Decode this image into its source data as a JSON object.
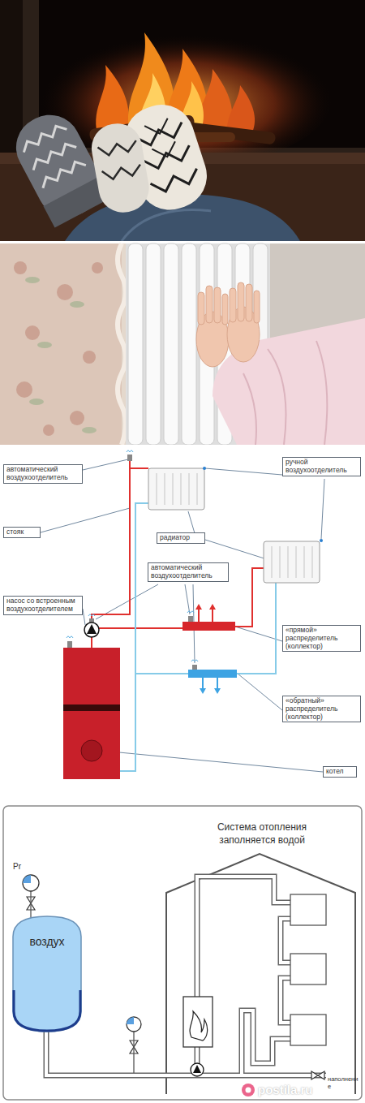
{
  "diagram": {
    "title": "Система отопления заполняется водой",
    "nodes": [
      {
        "text": [
          "автоматический воздухоотделитель"
        ]
      },
      {
        "text": [
          "ручной воздухоотделитель"
        ]
      },
      {
        "text": [
          "стояк"
        ]
      },
      {
        "text": [
          "радиатор"
        ]
      },
      {
        "text": [
          "автоматический воздухоотделитель"
        ]
      },
      {
        "text": [
          "насос со встроенным воздухоотделителем"
        ]
      },
      {
        "text": [
          "«прямой» распределитель (коллектор)"
        ]
      },
      {
        "text": [
          "«обратный» распределитель (коллектор)"
        ]
      },
      {
        "text": [
          "котел"
        ]
      },
      {
        "text": [
          "воздух"
        ]
      }
    ],
    "labels": [
      "Pr",
      "наполнение",
      "postila.ru"
    ]
  }
}
